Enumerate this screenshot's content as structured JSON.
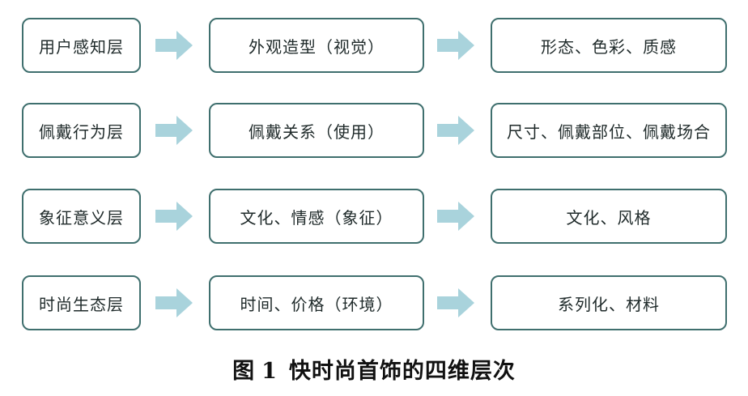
{
  "rows": [
    {
      "layer": "用户感知层",
      "aspect": "外观造型（视觉）",
      "elements": "形态、色彩、质感"
    },
    {
      "layer": "佩戴行为层",
      "aspect": "佩戴关系（使用）",
      "elements": "尺寸、佩戴部位、佩戴场合"
    },
    {
      "layer": "象征意义层",
      "aspect": "文化、情感（象征）",
      "elements": "文化、风格"
    },
    {
      "layer": "时尚生态层",
      "aspect": "时间、价格（环境）",
      "elements": "系列化、材料"
    }
  ],
  "caption": {
    "prefix": "图",
    "number": "1",
    "text": "快时尚首饰的四维层次"
  },
  "colors": {
    "border": "#3f6f6e",
    "arrow": "#a9d3dc"
  }
}
